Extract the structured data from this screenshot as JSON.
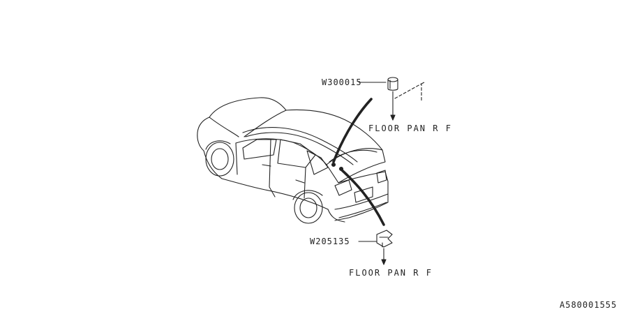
{
  "diagram": {
    "diagram_id": "A580001555",
    "callouts": [
      {
        "part_number": "W300015",
        "destination": "FLOOR PAN R F",
        "part_icon": "grommet-icon"
      },
      {
        "part_number": "W205135",
        "destination": "FLOOR PAN R F",
        "part_icon": "bracket-clip-icon"
      }
    ],
    "vehicle_icon": "suv-rear-three-quarter-icon",
    "line_color": "#222222",
    "background_color": "#ffffff"
  }
}
